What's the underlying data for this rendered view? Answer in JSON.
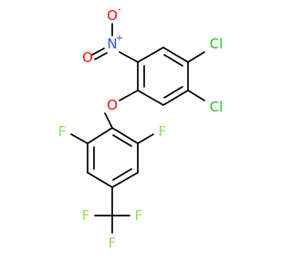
{
  "colors": {
    "bond": "#000000",
    "chlorine": "#1ec81e",
    "oxygen": "#ff0d0d",
    "nitrogen": "#3050f8",
    "fluorine": "#90e050"
  },
  "atoms": {
    "cl_top": "Cl",
    "cl_bottom": "Cl",
    "nitro_n": "N",
    "nitro_n_charge": "+",
    "nitro_o_top": "O",
    "nitro_o_top_charge": "-",
    "nitro_o_left": "O",
    "ether_o": "O",
    "f_left": "F",
    "f_right": "F",
    "cf3_f_left": "F",
    "cf3_f_right": "F",
    "cf3_f_bottom": "F"
  }
}
